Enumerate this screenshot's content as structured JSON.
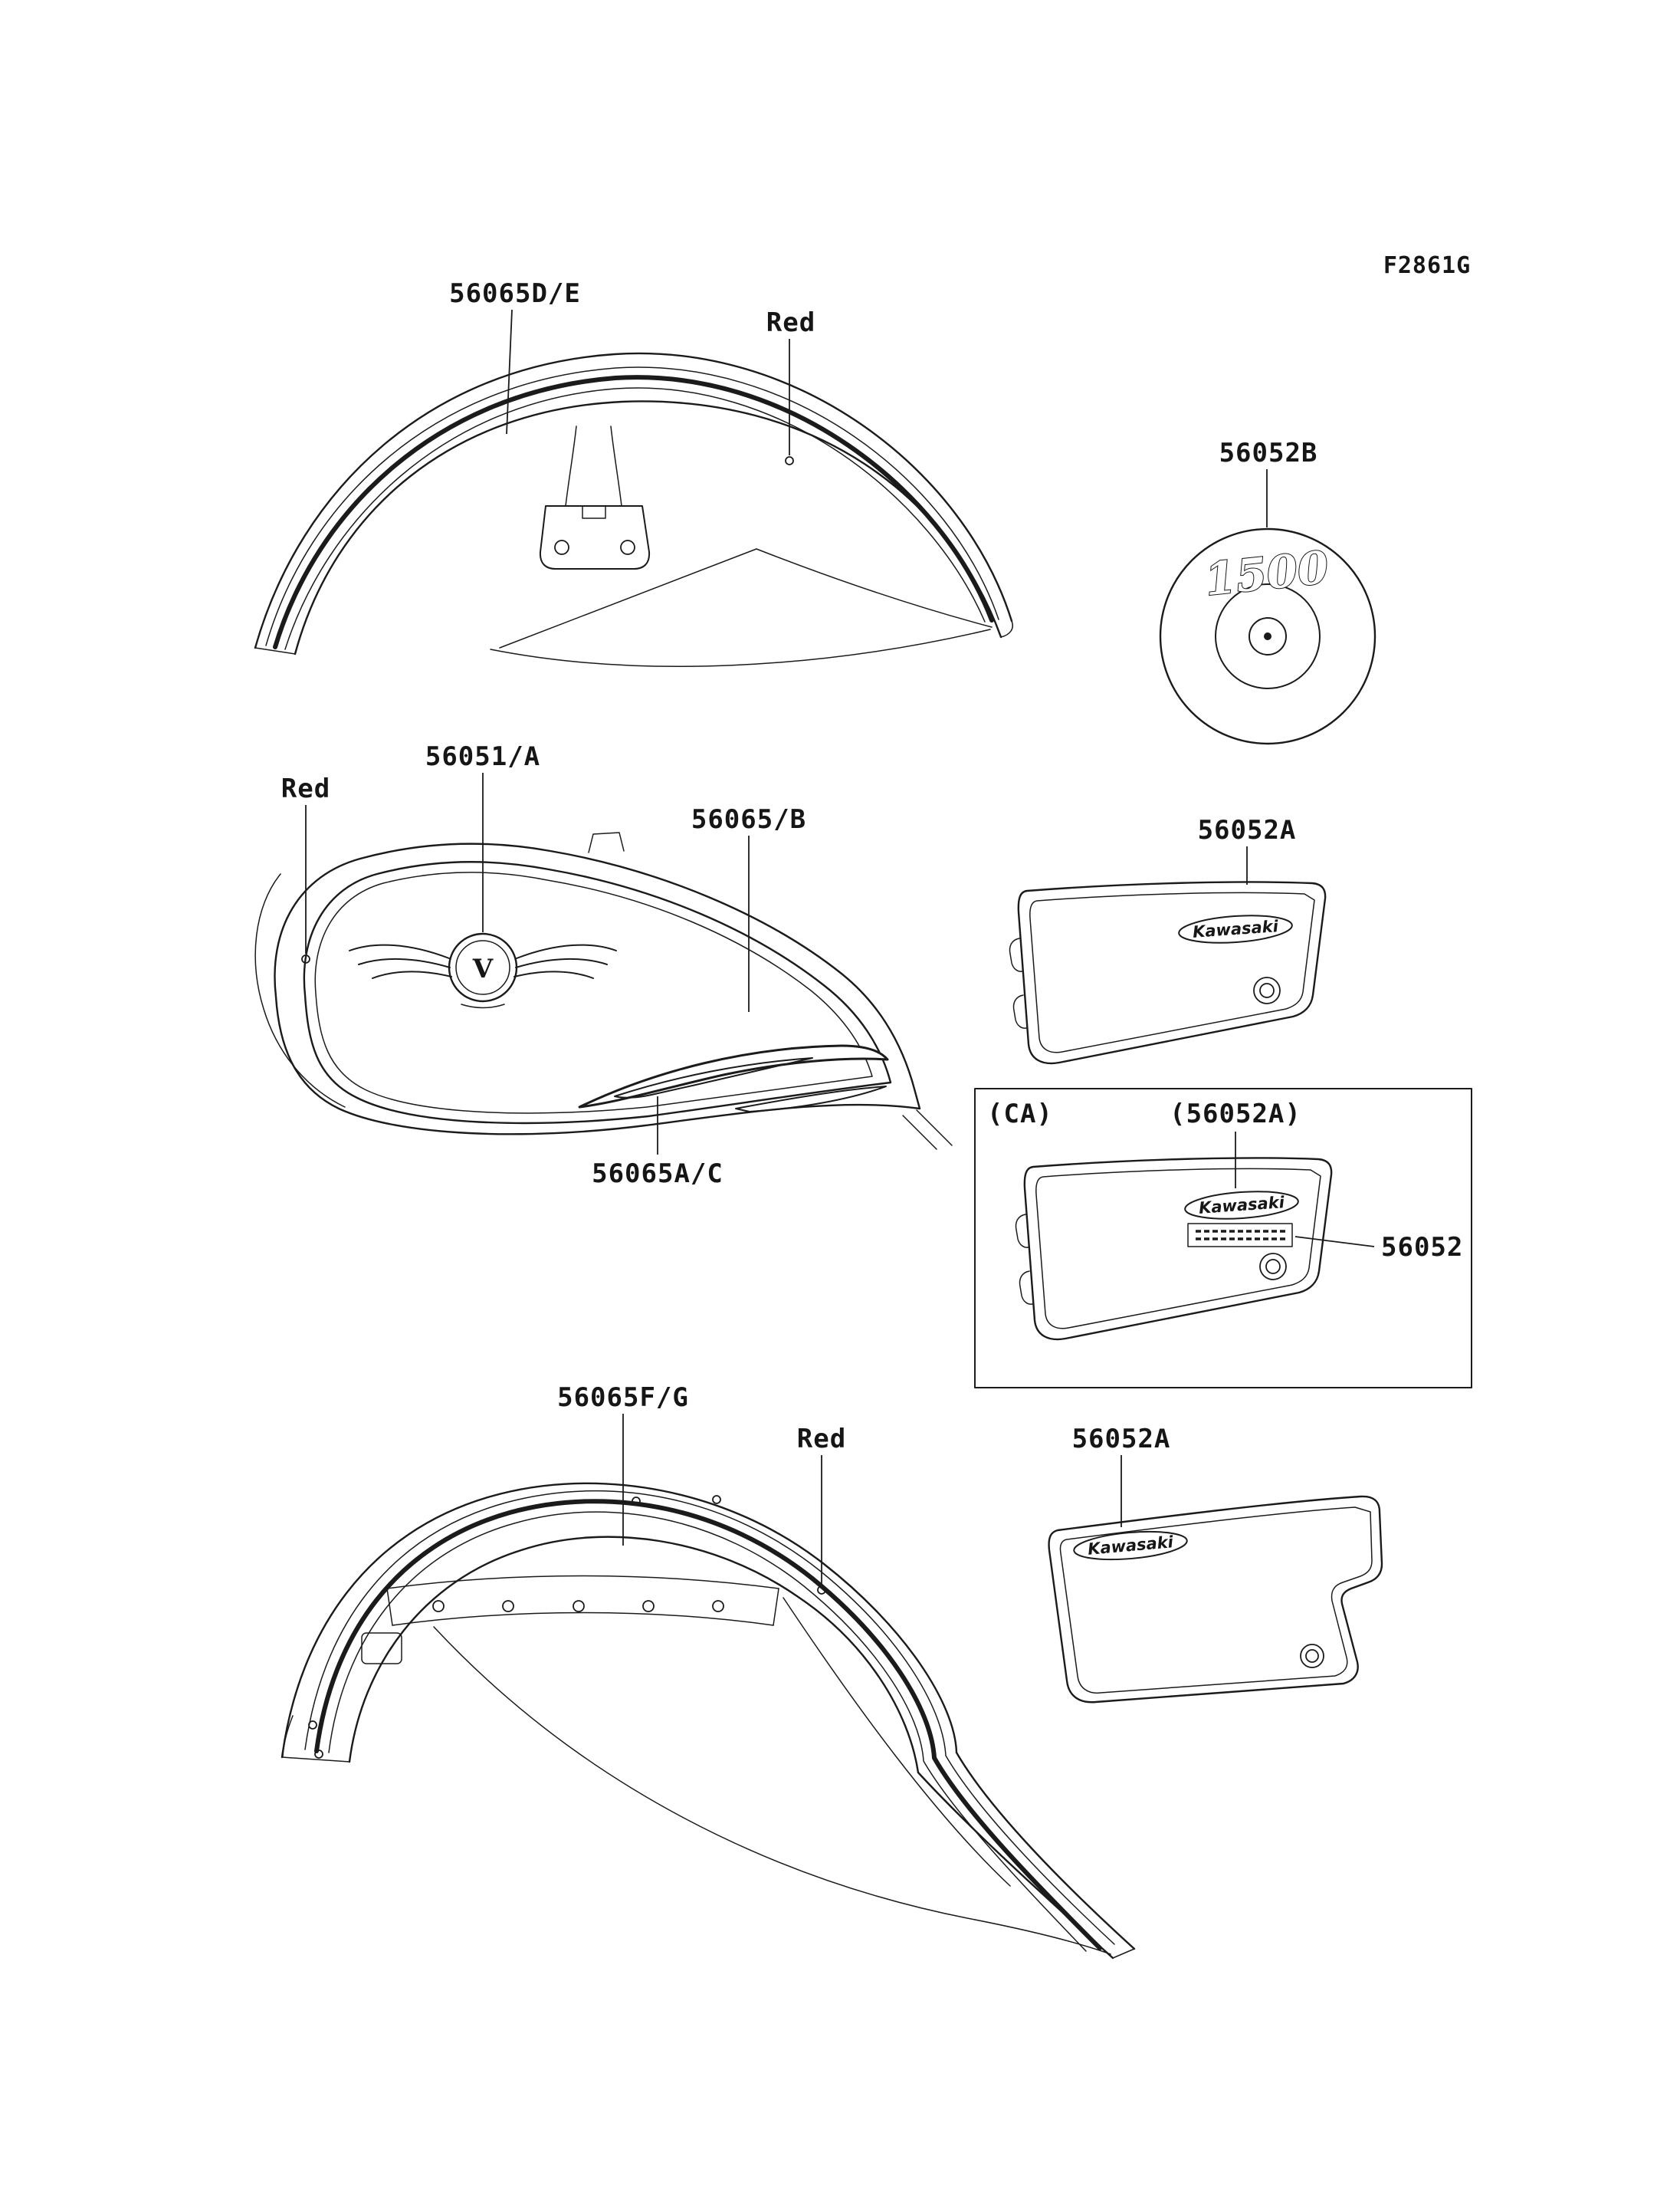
{
  "page": {
    "background": "#ffffff",
    "ink": "#1b1b1b"
  },
  "diagram_code": "F2861G",
  "labels": {
    "front_fender_decal": "56065D/E",
    "front_fender_color": "Red",
    "tank_badge": "56052B",
    "tank_badge_text": "1500",
    "tank_emblem": "56051/A",
    "tank_emblem_letter": "V",
    "tank_color": "Red",
    "tank_stripe": "56065/B",
    "tank_swoosh": "56065A/C",
    "side_cover_right": "56052A",
    "ca_region": "(CA)",
    "ca_side_cover": "(56052A)",
    "ca_emission_label": "56052",
    "rear_fender_decal": "56065F/G",
    "rear_fender_color": "Red",
    "side_cover_left": "56052A",
    "kawasaki": "Kawasaki"
  }
}
